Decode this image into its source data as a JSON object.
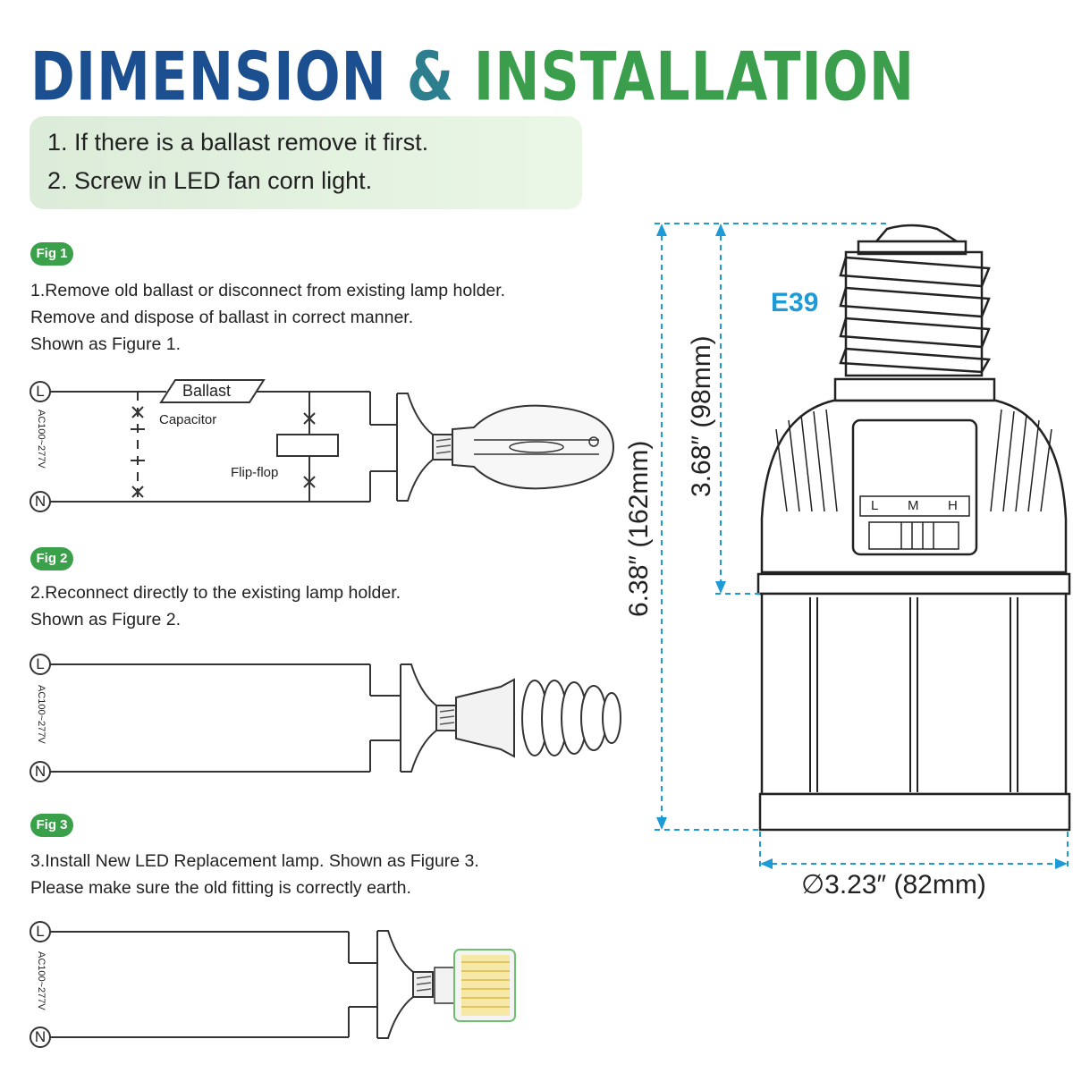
{
  "title": {
    "part1": "DIMENSION",
    "amp": "&",
    "part2": "INSTALLATION"
  },
  "steps": [
    "1. If there is a ballast remove it first.",
    "2. Screw in LED fan corn light."
  ],
  "figures": [
    {
      "badge": "Fig 1",
      "lines": [
        "1.Remove old ballast or disconnect from existing lamp holder.",
        " Remove and dispose of ballast in correct manner.",
        " Shown as Figure 1."
      ]
    },
    {
      "badge": "Fig 2",
      "lines": [
        "2.Reconnect directly to the existing lamp holder.",
        "  Shown as Figure 2."
      ]
    },
    {
      "badge": "Fig 3",
      "lines": [
        "3.Install New LED Replacement lamp. Shown as Figure 3.",
        "  Please make sure the old fitting is correctly earth."
      ]
    }
  ],
  "circuit": {
    "line_terminal": "L",
    "neutral_terminal": "N",
    "voltage": "AC100~277V",
    "ballast": "Ballast",
    "capacitor": "Capacitor",
    "flipflop": "Flip-flop"
  },
  "product": {
    "base": "E39",
    "switch_labels": [
      "L",
      "M",
      "H"
    ],
    "dim_total": "6.38″ (162mm)",
    "dim_head": "3.68″ (98mm)",
    "dim_diameter": "∅3.23″ (82mm)"
  },
  "colors": {
    "title_blue": "#1b4f8f",
    "title_green": "#3a9e4c",
    "badge_green": "#3aa04a",
    "accent_blue": "#1e9ad6"
  }
}
